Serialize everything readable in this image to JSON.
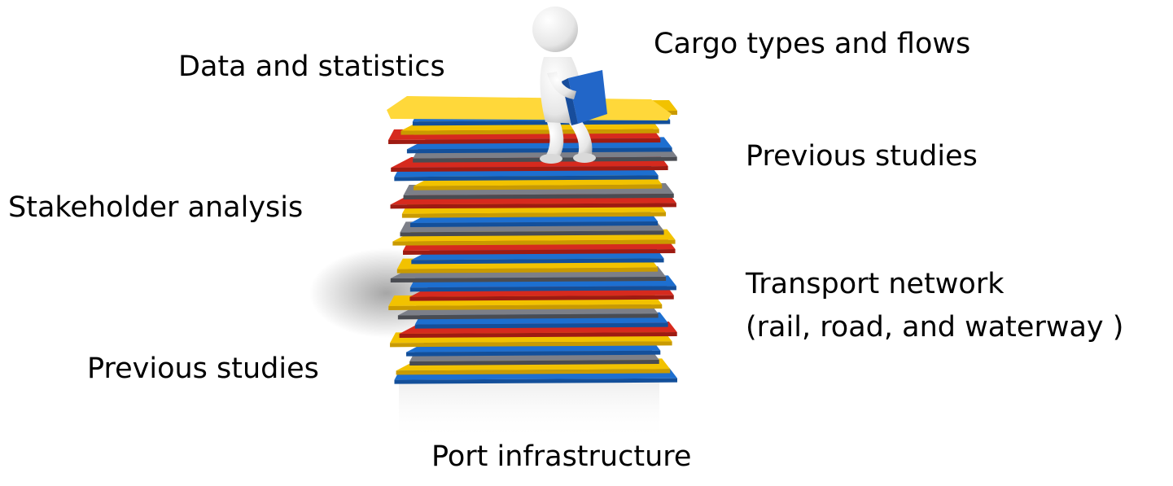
{
  "labels": {
    "data_statistics": "Data and statistics",
    "cargo_types": "Cargo types and flows",
    "previous_studies_right": "Previous studies",
    "stakeholder": "Stakeholder analysis",
    "transport_network_line1": "Transport network",
    "transport_network_line2": "(rail, road, and waterway )",
    "previous_studies_left": "Previous studies",
    "port_infrastructure": "Port infrastructure"
  },
  "illustration": {
    "description_icon": "stick-figure-reading-on-folder-stack-icon",
    "colors": {
      "yellow": "#f2c200",
      "yellow_light": "#ffd83a",
      "blue": "#1d6fd0",
      "blue_light": "#3a8ae6",
      "red": "#d62a1e",
      "gray": "#7c7f88",
      "gray_dark": "#55585f",
      "figure": "#f4f4f4",
      "book": "#2266c8"
    },
    "folder_sequence": [
      "yellow",
      "blue",
      "yellow",
      "red",
      "blue",
      "gray",
      "red",
      "blue",
      "yellow",
      "gray",
      "red",
      "yellow",
      "blue",
      "gray",
      "yellow",
      "red",
      "blue",
      "yellow",
      "gray",
      "blue",
      "red",
      "yellow",
      "gray",
      "blue",
      "red",
      "yellow",
      "blue",
      "gray",
      "yellow",
      "blue"
    ]
  }
}
